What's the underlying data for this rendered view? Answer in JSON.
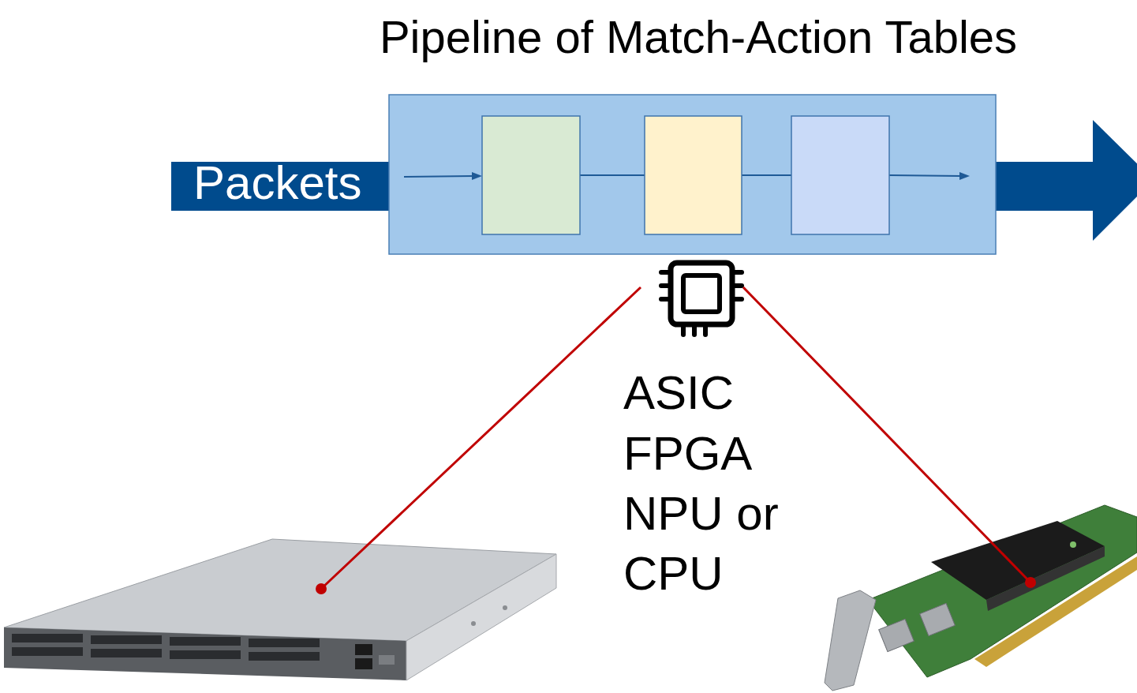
{
  "diagram": {
    "title": "Pipeline of Match-Action Tables",
    "labels": [
      "Packets",
      "ASIC",
      "FPGA",
      "NPU or",
      "CPU"
    ]
  }
}
